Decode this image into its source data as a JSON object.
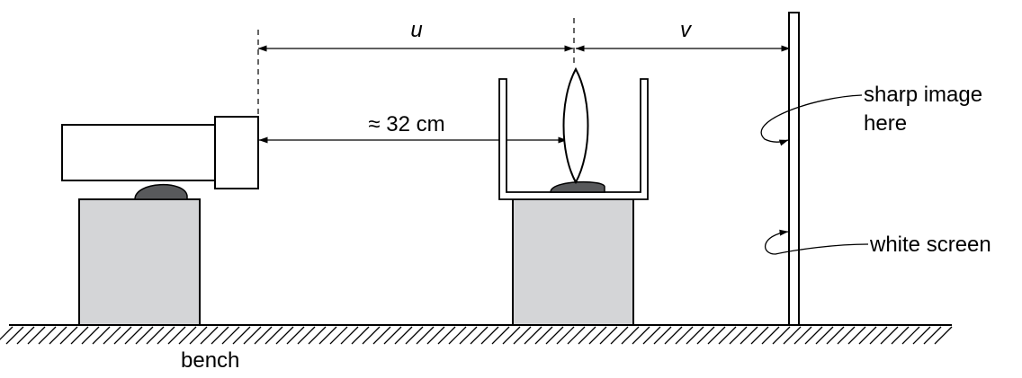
{
  "labels": {
    "u": "u",
    "v": "v",
    "distance": "≈ 32 cm",
    "sharp_image_line1": "sharp image",
    "sharp_image_line2": "here",
    "white_screen": "white screen",
    "bench": "bench"
  },
  "colors": {
    "stroke": "#000000",
    "support_fill": "#d4d5d7",
    "clamp_fill": "#58595b",
    "background": "#ffffff"
  }
}
